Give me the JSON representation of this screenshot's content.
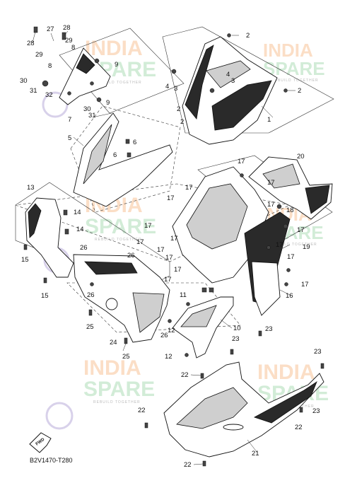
{
  "diagram_code": "B2V1470-T280",
  "fwd_label": "FWD",
  "watermark": {
    "line1": "INDIA",
    "line2": "SPARE",
    "tagline": "REBUILD TOGETHER",
    "colors": {
      "india": "#f5a25d",
      "spare": "#7fc98f",
      "icon": "#8e7cc3"
    }
  },
  "callouts": [
    {
      "label": "27"
    },
    {
      "label": "28"
    },
    {
      "label": "28"
    },
    {
      "label": "29"
    },
    {
      "label": "29"
    },
    {
      "label": "8"
    },
    {
      "label": "8"
    },
    {
      "label": "9"
    },
    {
      "label": "30"
    },
    {
      "label": "31"
    },
    {
      "label": "32"
    },
    {
      "label": "30"
    },
    {
      "label": "31"
    },
    {
      "label": "9"
    },
    {
      "label": "7"
    },
    {
      "label": "2"
    },
    {
      "label": "4"
    },
    {
      "label": "3"
    },
    {
      "label": "4"
    },
    {
      "label": "3"
    },
    {
      "label": "2"
    },
    {
      "label": "2"
    },
    {
      "label": "2"
    },
    {
      "label": "1"
    },
    {
      "label": "5"
    },
    {
      "label": "6"
    },
    {
      "label": "6"
    },
    {
      "label": "13"
    },
    {
      "label": "14"
    },
    {
      "label": "14"
    },
    {
      "label": "15"
    },
    {
      "label": "26"
    },
    {
      "label": "26"
    },
    {
      "label": "15"
    },
    {
      "label": "26"
    },
    {
      "label": "25"
    },
    {
      "label": "24"
    },
    {
      "label": "25"
    },
    {
      "label": "26"
    },
    {
      "label": "17"
    },
    {
      "label": "17"
    },
    {
      "label": "17"
    },
    {
      "label": "17"
    },
    {
      "label": "17"
    },
    {
      "label": "17"
    },
    {
      "label": "17"
    },
    {
      "label": "17"
    },
    {
      "label": "17"
    },
    {
      "label": "17"
    },
    {
      "label": "17"
    },
    {
      "label": "17"
    },
    {
      "label": "17"
    },
    {
      "label": "17"
    },
    {
      "label": "17"
    },
    {
      "label": "17"
    },
    {
      "label": "20"
    },
    {
      "label": "18"
    },
    {
      "label": "19"
    },
    {
      "label": "16"
    },
    {
      "label": "11"
    },
    {
      "label": "10"
    },
    {
      "label": "12"
    },
    {
      "label": "12"
    },
    {
      "label": "23"
    },
    {
      "label": "23"
    },
    {
      "label": "23"
    },
    {
      "label": "23"
    },
    {
      "label": "22"
    },
    {
      "label": "22"
    },
    {
      "label": "22"
    },
    {
      "label": "22"
    },
    {
      "label": "21"
    }
  ]
}
